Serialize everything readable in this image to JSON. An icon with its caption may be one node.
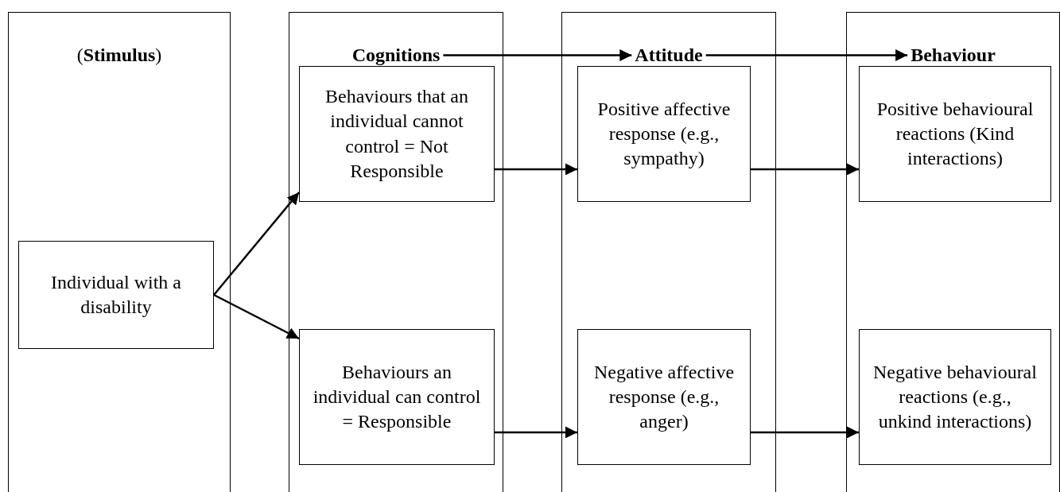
{
  "diagram": {
    "nodes": [
      {
        "text": [],
        "shape": "box"
      },
      {
        "text": [
          "(**Stimulus**)"
        ],
        "in": 0
      },
      {
        "text": [
          "Individual with a disability"
        ],
        "in": 0
      },
      {
        "text": [],
        "shape": "box"
      },
      {
        "text": [
          "Cognitions"
        ],
        "in": 3
      },
      {
        "text": [
          "Behaviours that an individual cannot control = Not Responsible"
        ],
        "in": 3
      },
      {
        "text": [
          "Behaviours an individual can control = Responsible"
        ],
        "in": 3
      },
      {
        "text": [],
        "shape": "box"
      },
      {
        "text": [
          "Attitude"
        ],
        "in": 7
      },
      {
        "text": [
          "Positive affective response (e.g., sympathy)"
        ],
        "in": 7
      },
      {
        "text": [
          "Negative affective response (e.g., anger)"
        ],
        "in": 7
      },
      {
        "text": [],
        "shape": "box"
      },
      {
        "text": [
          "Behaviour"
        ],
        "in": 11
      },
      {
        "text": [
          "Positive behavioural reactions (Kind interactions)"
        ],
        "in": 11
      },
      {
        "text": [
          "Negative behavioural reactions (e.g., unkind interactions)"
        ],
        "in": 11
      }
    ],
    "edges": [
      {
        "from": 4,
        "to": 8,
        "arrow": "to"
      },
      {
        "from": 8,
        "to": 12,
        "arrow": "to"
      },
      {
        "from": 2,
        "to": 5,
        "arrow": "to"
      },
      {
        "from": 2,
        "to": 6,
        "arrow": "to"
      },
      {
        "from": 5,
        "to": 9,
        "arrow": "to"
      },
      {
        "from": 6,
        "to": 10,
        "arrow": "to"
      },
      {
        "from": 9,
        "to": 13,
        "arrow": "to"
      },
      {
        "from": 10,
        "to": 14,
        "arrow": "to"
      }
    ]
  }
}
